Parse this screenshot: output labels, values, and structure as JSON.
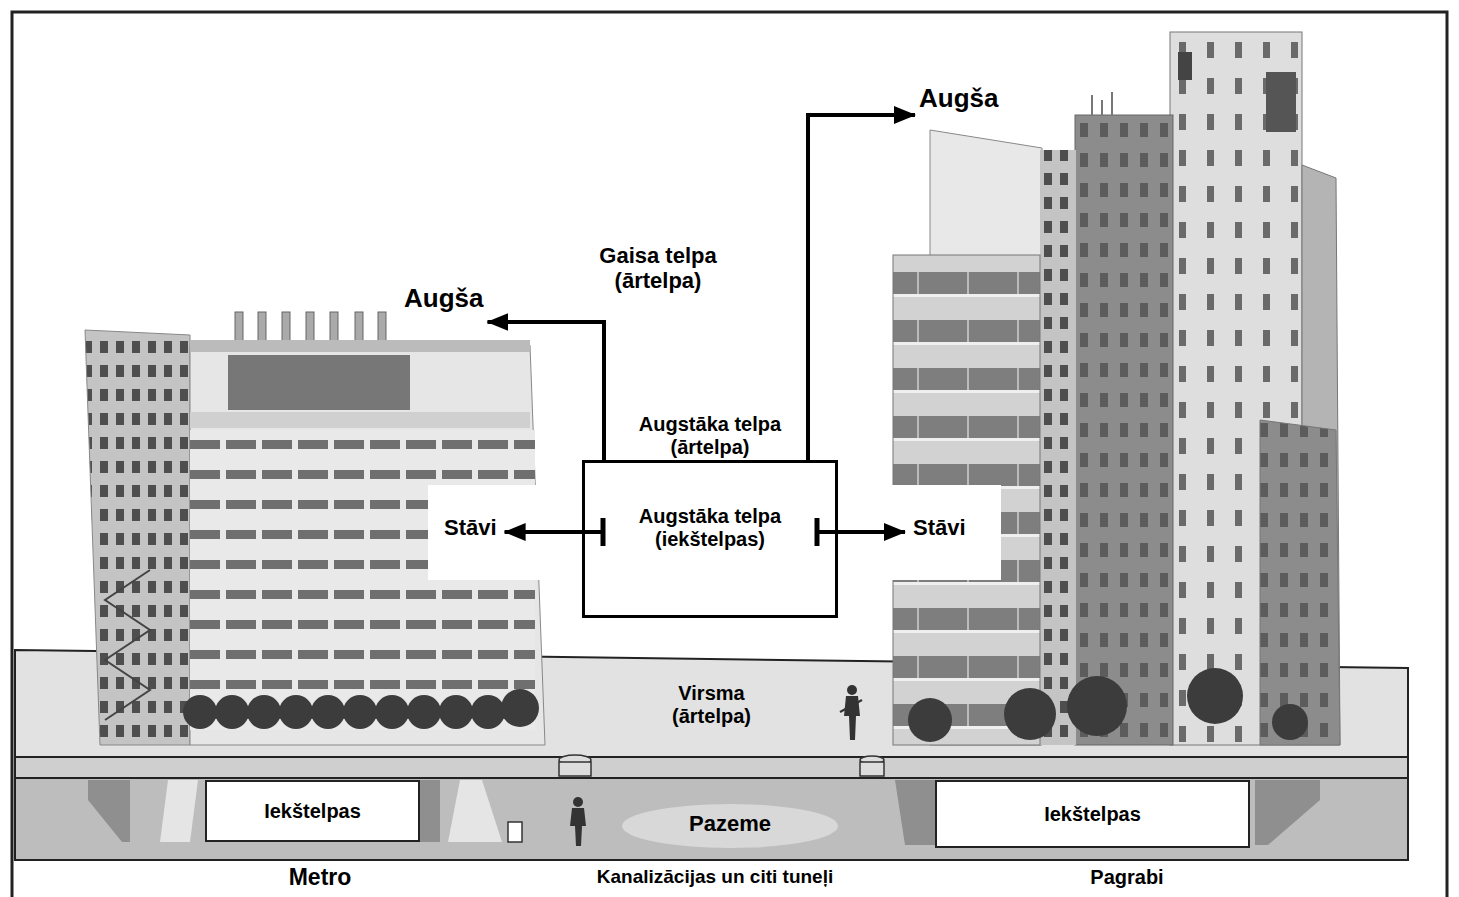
{
  "diagram": {
    "nodes": [
      {
        "text": [
          "Augša"
        ]
      },
      {
        "text": [
          "Augša"
        ]
      },
      {
        "text": [
          "Augstāka telpa (ārtelpa)",
          "Augstāka telpa (iekštelpas)"
        ]
      },
      {
        "text": [
          "Stāvi"
        ]
      },
      {
        "text": [
          "Stāvi"
        ]
      },
      {
        "text": [
          "Virsma (ārtelpa)"
        ]
      },
      {
        "text": [
          "Pazeme"
        ]
      },
      {
        "text": [
          "Iekštelpas"
        ],
        "in": 6
      },
      {
        "text": [
          "Iekštelpas"
        ],
        "in": 6
      }
    ],
    "edges": [
      {
        "from": 2,
        "to": 1,
        "arrow": "to"
      },
      {
        "from": 2,
        "to": 0,
        "arrow": "to"
      },
      {
        "from": 2,
        "to": 3,
        "arrow": "to"
      },
      {
        "from": 2,
        "to": 4,
        "arrow": "to"
      }
    ],
    "labels": [
      "Gaisa telpa (ārtelpa)",
      "Metro",
      "Kanalizācijas un citi tuneļi",
      "Pagrabi"
    ]
  }
}
